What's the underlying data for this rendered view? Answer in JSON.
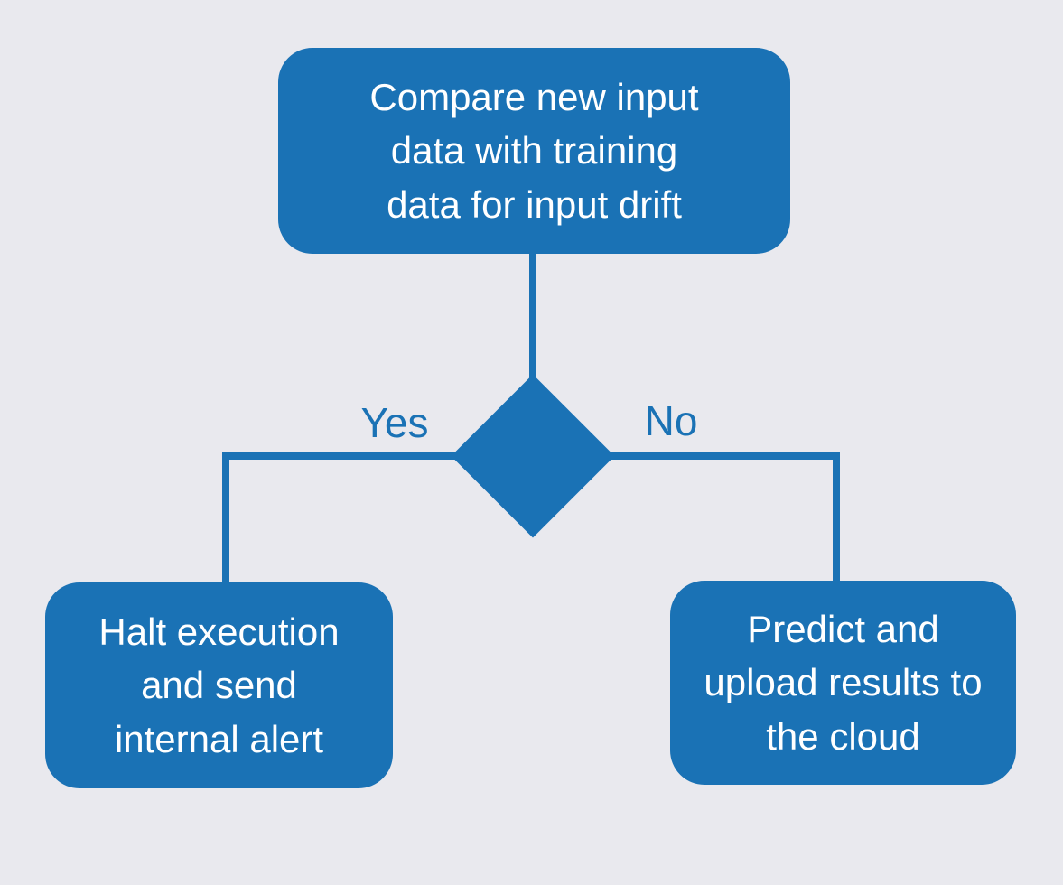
{
  "meta": {
    "type": "flowchart"
  },
  "colors": {
    "accent": "#1a72b5",
    "background": "#e9e9ee",
    "node_text": "#ffffff"
  },
  "flowchart": {
    "top_node": {
      "label": "Compare new input data with training data for input drift"
    },
    "decision": {
      "yes_label": "Yes",
      "no_label": "No"
    },
    "left_node": {
      "label": "Halt execution and send internal alert"
    },
    "right_node": {
      "label": "Predict and upload results to the cloud"
    }
  }
}
